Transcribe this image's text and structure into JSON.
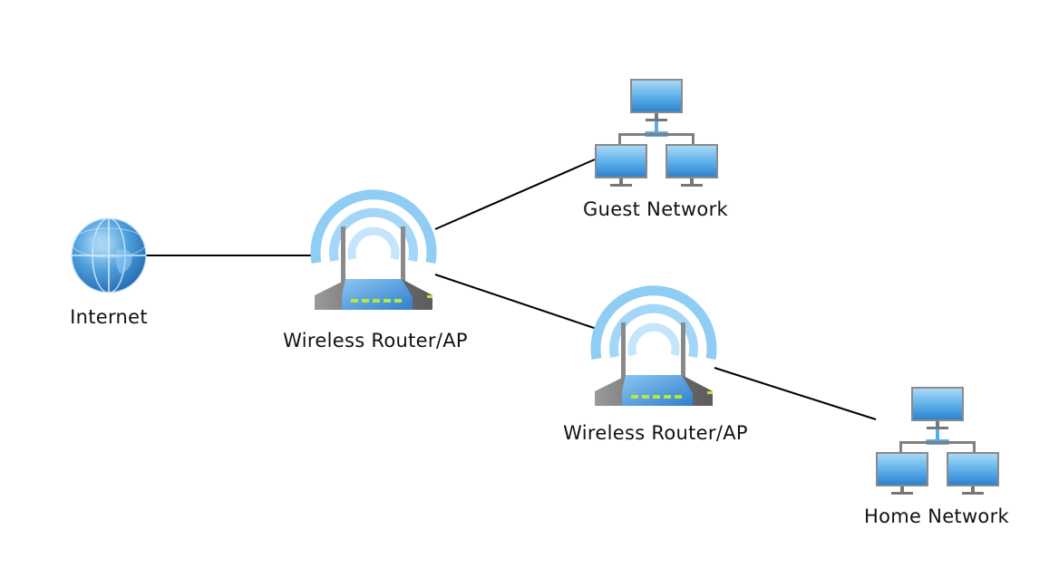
{
  "diagram": {
    "nodes": [
      {
        "id": "internet",
        "label": "Internet",
        "type": "globe"
      },
      {
        "id": "router1",
        "label": "Wireless Router/AP",
        "type": "wireless-router"
      },
      {
        "id": "guest",
        "label": "Guest Network",
        "type": "network"
      },
      {
        "id": "router2",
        "label": "Wireless Router/AP",
        "type": "wireless-router"
      },
      {
        "id": "home",
        "label": "Home Network",
        "type": "network"
      }
    ],
    "edges": [
      {
        "from": "internet",
        "to": "router1"
      },
      {
        "from": "router1",
        "to": "guest"
      },
      {
        "from": "router1",
        "to": "router2"
      },
      {
        "from": "router2",
        "to": "home"
      }
    ],
    "colors": {
      "line": "#000000",
      "wifi_wave": "#8fcdf5",
      "screen": "#4a9fe0",
      "router_body": "#7a7a7a",
      "router_front": "#3d8fd8",
      "led": "#b8e63a"
    }
  }
}
